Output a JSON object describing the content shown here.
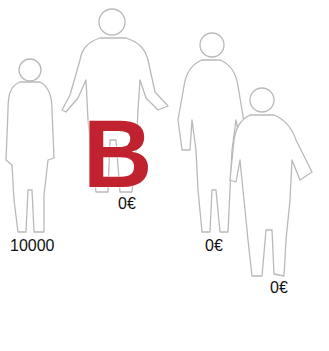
{
  "diagram": {
    "labels": [
      "B",
      "0€",
      "10000",
      "0€",
      "0€"
    ]
  }
}
